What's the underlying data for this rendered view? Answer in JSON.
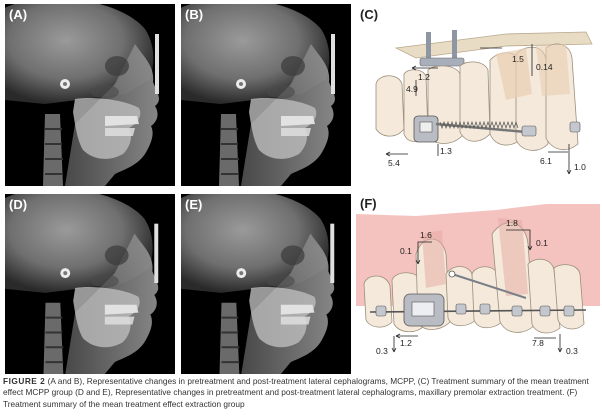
{
  "panels": {
    "a": "(A)",
    "b": "(B)",
    "c": "(C)",
    "d": "(D)",
    "e": "(E)",
    "f": "(F)"
  },
  "panel_c": {
    "measures": [
      "1.2",
      "4.9",
      "1.5",
      "0.14",
      "1.3",
      "5.4",
      "6.1",
      "1.0"
    ]
  },
  "panel_f": {
    "measures": [
      "1.6",
      "0.1",
      "1.8",
      "0.1",
      "1.2",
      "0.3",
      "7.8",
      "0.3"
    ]
  },
  "caption": {
    "figure_label": "FIGURE 2",
    "text": "(A and B), Representative changes in pretreatment and post-treatment lateral cephalograms, MCPP, (C) Treatment summary of the mean treatment effect MCPP group (D and E), Representative changes in pretreatment and post-treatment lateral cephalograms, maxillary premolar extraction treatment. (F) Treatment summary of the mean treatment effect extraction group"
  },
  "colors": {
    "gum": "#f3b8b4",
    "tooth": "#f4e9da",
    "appliance": "#b9bcc3",
    "xray_bg": "#000000"
  }
}
